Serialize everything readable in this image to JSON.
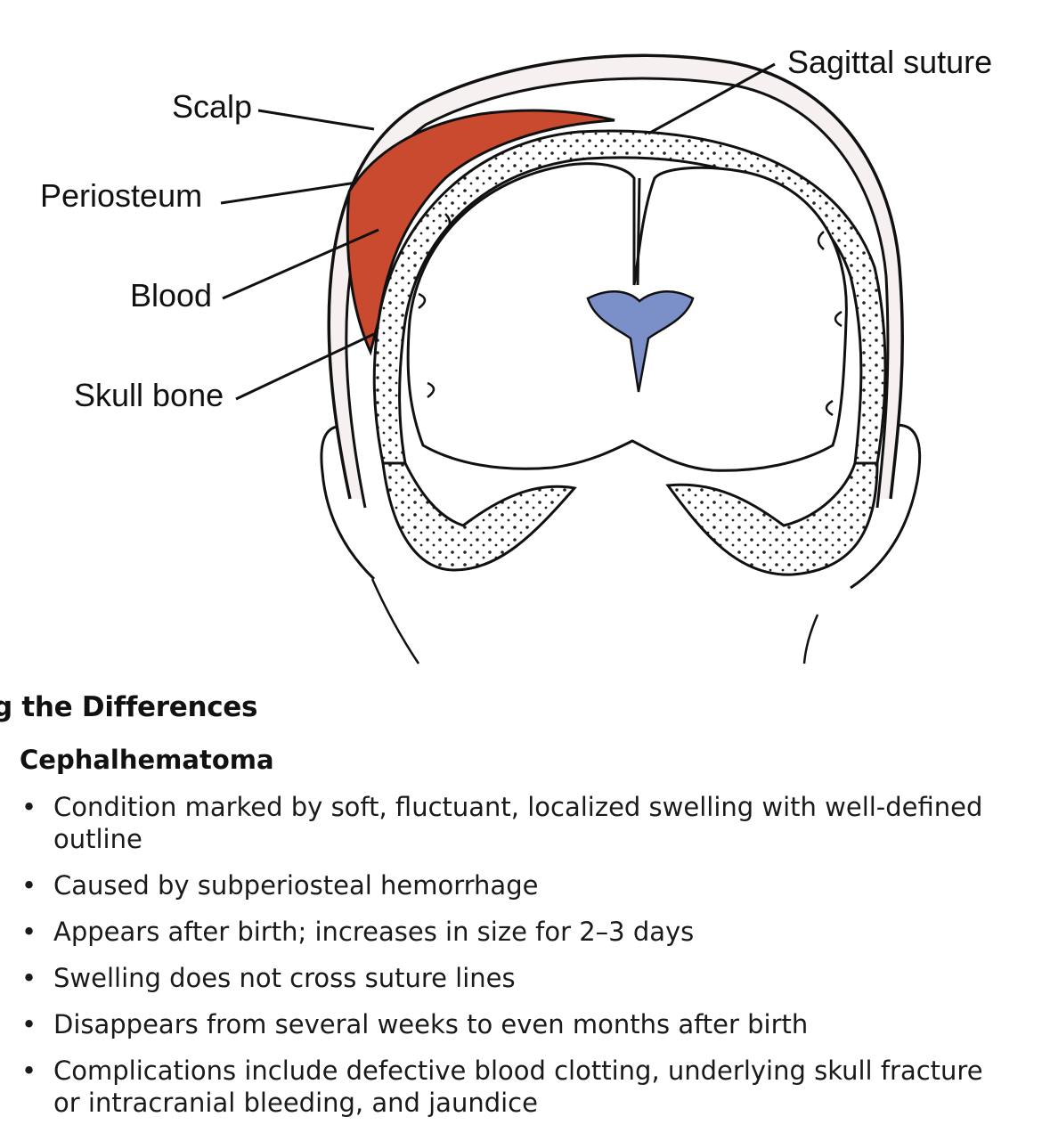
{
  "diagram": {
    "labels": {
      "scalp": "Scalp",
      "periosteum": "Periosteum",
      "blood": "Blood",
      "skull_bone": "Skull bone",
      "sagittal_suture": "Sagittal suture"
    },
    "colors": {
      "blood": "#c94a2e",
      "ventricle": "#7b8fc9",
      "outline": "#111111",
      "scalp_fill": "#f7f0f0"
    }
  },
  "text": {
    "section_heading": "g the Differences",
    "subheading": "Cephalhematoma",
    "bullet_glyph": "•",
    "bullets": [
      "Condition marked by soft, fluctuant, localized swelling with well-defined outline",
      "Caused by subperiosteal hemorrhage",
      "Appears after birth; increases in size for 2–3 days",
      "Swelling does not cross suture lines",
      "Disappears from several weeks to even months after birth",
      "Complications include defective blood clotting, underlying skull fracture or intracranial bleeding, and jaundice"
    ]
  }
}
